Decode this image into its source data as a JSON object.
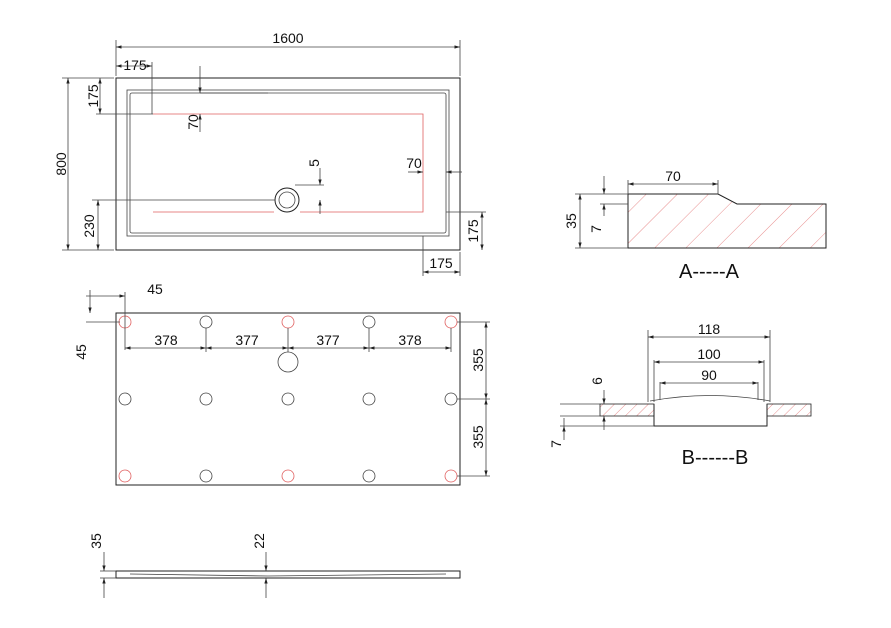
{
  "top_view": {
    "length": "1600",
    "width": "800",
    "rim_left": "175",
    "rim_top": "175",
    "inner_offset_top": "70",
    "drain_offset": "5",
    "inner_offset_right": "70",
    "drain_from_bottom": "230",
    "rim_bottom": "175",
    "rim_right": "175"
  },
  "bottom_view": {
    "edge_x": "45",
    "edge_y": "45",
    "spacing_1": "378",
    "spacing_2": "377",
    "spacing_3": "377",
    "spacing_4": "378",
    "row_spacing_1": "355",
    "row_spacing_2": "355"
  },
  "side_view": {
    "height": "35",
    "center_height": "22"
  },
  "section_a": {
    "label": "A-----A",
    "rim_width": "70",
    "height": "35",
    "step": "7"
  },
  "section_b": {
    "label": "B------B",
    "outer_dia": "118",
    "mid_dia": "100",
    "inner_dia": "90",
    "lip": "6",
    "depth": "7"
  }
}
